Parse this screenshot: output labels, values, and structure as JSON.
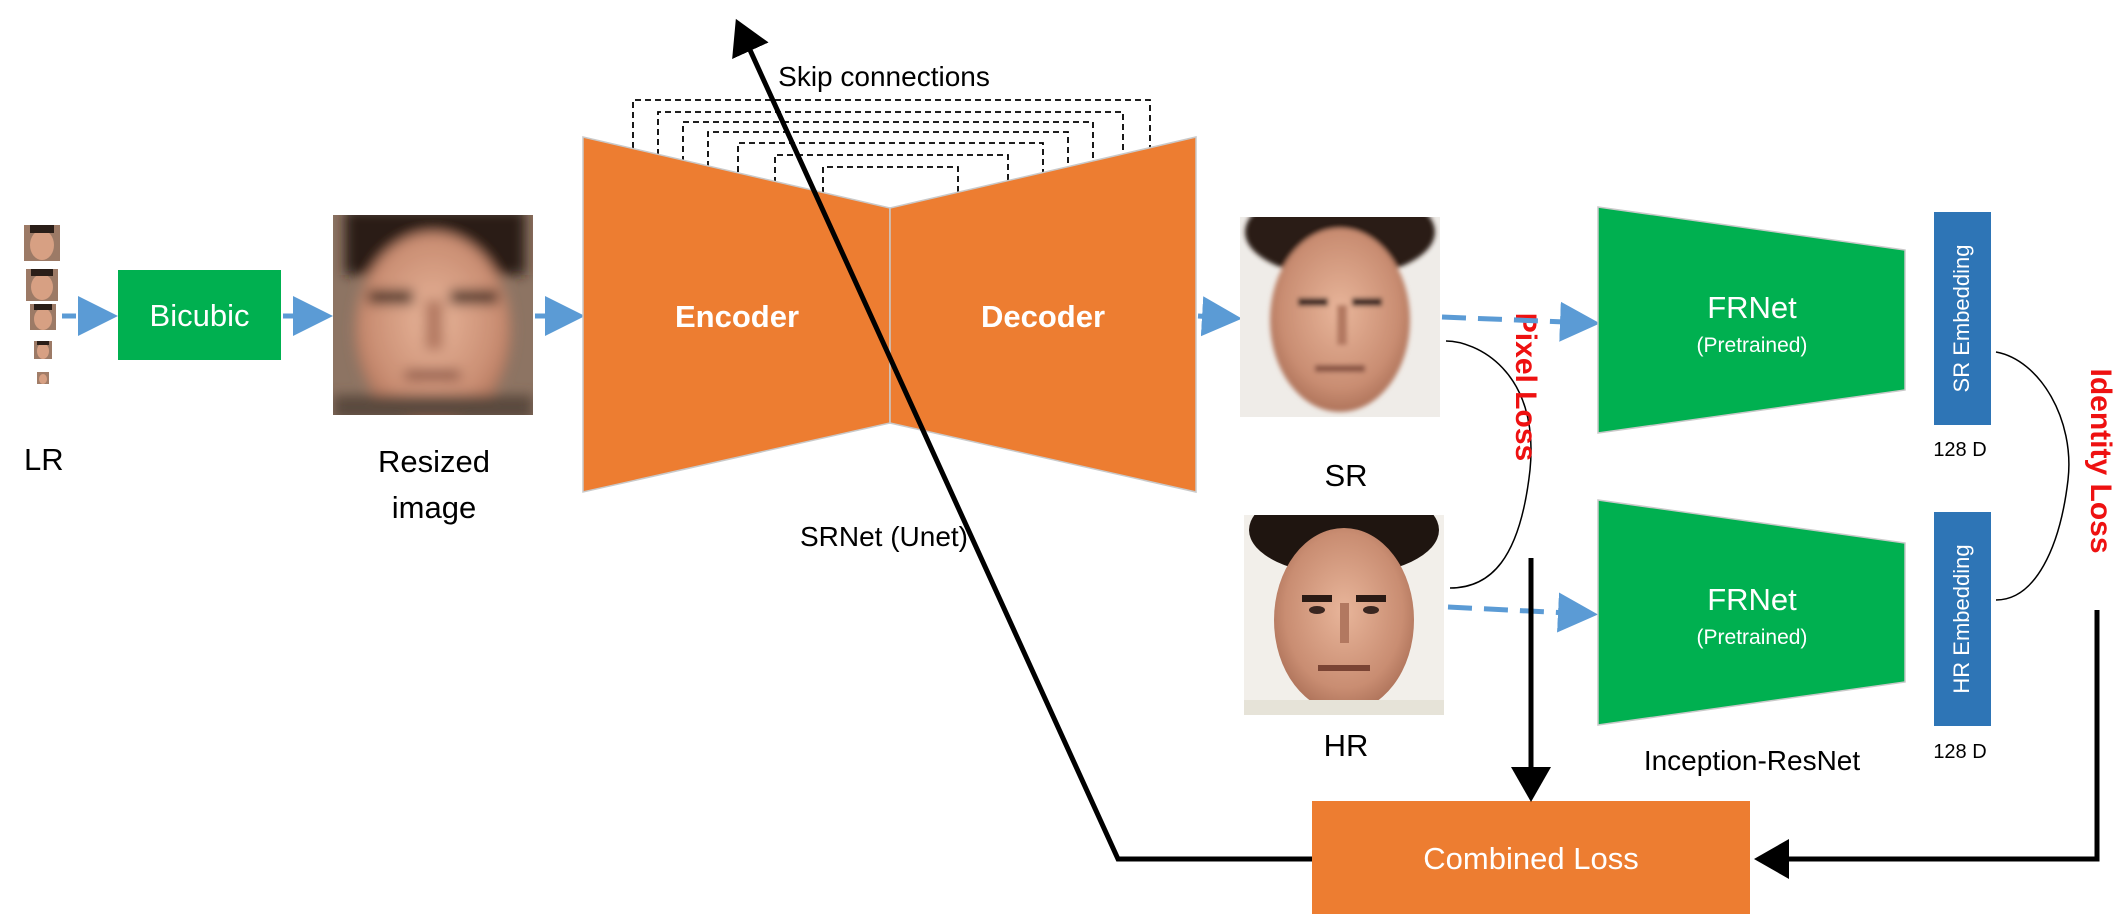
{
  "labels": {
    "lr": "LR",
    "bicubic": "Bicubic",
    "resized_line1": "Resized",
    "resized_line2": "image",
    "skip": "Skip connections",
    "encoder": "Encoder",
    "decoder": "Decoder",
    "srnet": "SRNet (Unet)",
    "sr": "SR",
    "hr": "HR",
    "frnet_top": "FRNet",
    "frnet_top_sub": "(Pretrained)",
    "frnet_bottom": "FRNet",
    "frnet_bottom_sub": "(Pretrained)",
    "inception": "Inception-ResNet",
    "sr_embedding": "SR Embedding",
    "hr_embedding": "HR Embedding",
    "dim_top": "128 D",
    "dim_bottom": "128 D",
    "pixel_loss": "Pixel Loss",
    "identity_loss": "Identity Loss",
    "combined_loss": "Combined Loss"
  },
  "colors": {
    "green": "#00b050",
    "orange": "#ed7d31",
    "blue_box": "#2e75b6",
    "dashed_arrow": "#5b9bd5",
    "loss_red": "#ee1111",
    "black": "#000000"
  },
  "icons": {
    "lr_faces": "face-thumbnail-icons",
    "resized_face": "blurry-face-image",
    "sr_face": "smooth-face-image",
    "hr_face": "sharp-face-image"
  }
}
